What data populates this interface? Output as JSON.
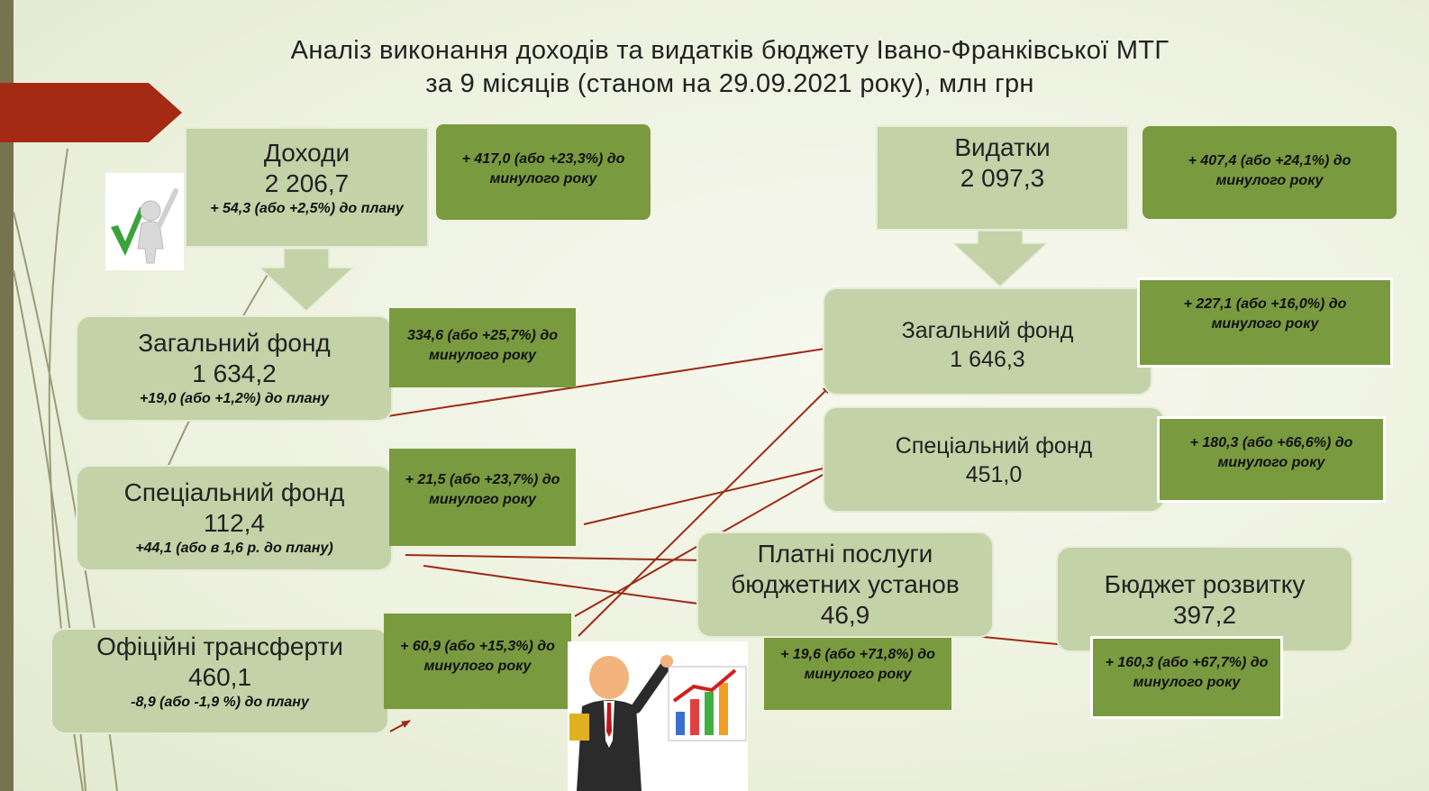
{
  "title": {
    "line1": "Аналіз виконання доходів та видатків бюджету Івано-Франківської МТГ",
    "line2": "за 9 місяців (станом на 29.09.2021 року), млн грн"
  },
  "income": {
    "label": "Доходи",
    "value": "2 206,7",
    "plan_note": "+ 54,3 (або +2,5%) до плану",
    "prev_year_note": "+ 417,0 (або +23,3%) до минулого року"
  },
  "expenses": {
    "label": "Видатки",
    "value": "2 097,3",
    "prev_year_note": "+ 407,4 (або +24,1%)  до минулого року"
  },
  "income_general_fund": {
    "label": "Загальний фонд",
    "value": "1 634,2",
    "plan_note": "+19,0 (або +1,2%) до плану",
    "prev_year_note": "334,6 (або +25,7%) до минулого року"
  },
  "income_special_fund": {
    "label": "Спеціальний фонд",
    "value": "112,4",
    "plan_note": "+44,1 (або в 1,6 р. до плану)",
    "prev_year_note": "+ 21,5 (або +23,7%) до минулого року"
  },
  "official_transfers": {
    "label": "Офіційні трансферти",
    "value": "460,1",
    "plan_note": "-8,9 (або -1,9 %) до плану",
    "prev_year_note": "+ 60,9 (або +15,3%) до минулого року"
  },
  "expense_general_fund": {
    "label": "Загальний фонд",
    "value": "1 646,3",
    "prev_year_note": "+ 227,1 (або +16,0%)  до минулого року"
  },
  "expense_special_fund": {
    "label": "Спеціальний фонд",
    "value": "451,0",
    "prev_year_note": "+ 180,3 (або +66,6%)  до минулого року"
  },
  "paid_services": {
    "label_line1": "Платні послуги",
    "label_line2": "бюджетних установ",
    "value": "46,9",
    "prev_year_note": "+ 19,6 (або +71,8%) до минулого року"
  },
  "development_budget": {
    "label": "Бюджет розвитку",
    "value": "397,2",
    "prev_year_note": "+ 160,3 (або +67,7%) до минулого року"
  },
  "colors": {
    "box_fill": "#c3d2a7",
    "note_fill": "#7a9a40",
    "arrow_line": "#9c2a16",
    "tab_red": "#a52a13",
    "left_bar": "#76734f"
  },
  "icons": [
    "checkmark-figure-icon",
    "presenter-chart-icon"
  ]
}
